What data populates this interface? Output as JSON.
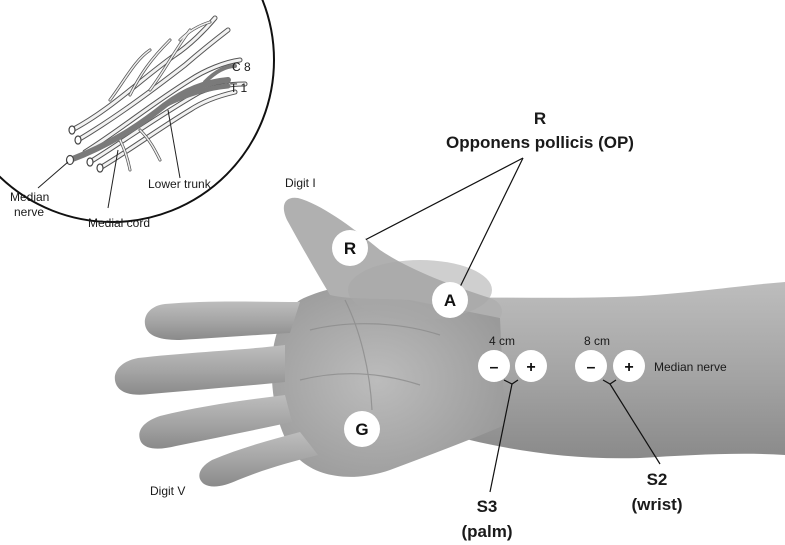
{
  "inset": {
    "labels": {
      "c8": "C 8",
      "t1": "T 1",
      "median_nerve_line1": "Median",
      "median_nerve_line2": "nerve",
      "medial_cord": "Medial cord",
      "lower_trunk": "Lower trunk"
    }
  },
  "recording": {
    "letter": "R",
    "muscle": "Opponens pollicis (OP)"
  },
  "digits": {
    "thumb": "Digit I",
    "little": "Digit V"
  },
  "electrodes": {
    "recording_site": "R",
    "active_site": "A",
    "ground": "G",
    "negative_symbol": "–",
    "positive_symbol": "+"
  },
  "stimulation": {
    "distance_palm": "4 cm",
    "distance_wrist": "8 cm",
    "nerve_label": "Median nerve",
    "s3_line1": "S3",
    "s3_line2": "(palm)",
    "s2_line1": "S2",
    "s2_line2": "(wrist)"
  }
}
